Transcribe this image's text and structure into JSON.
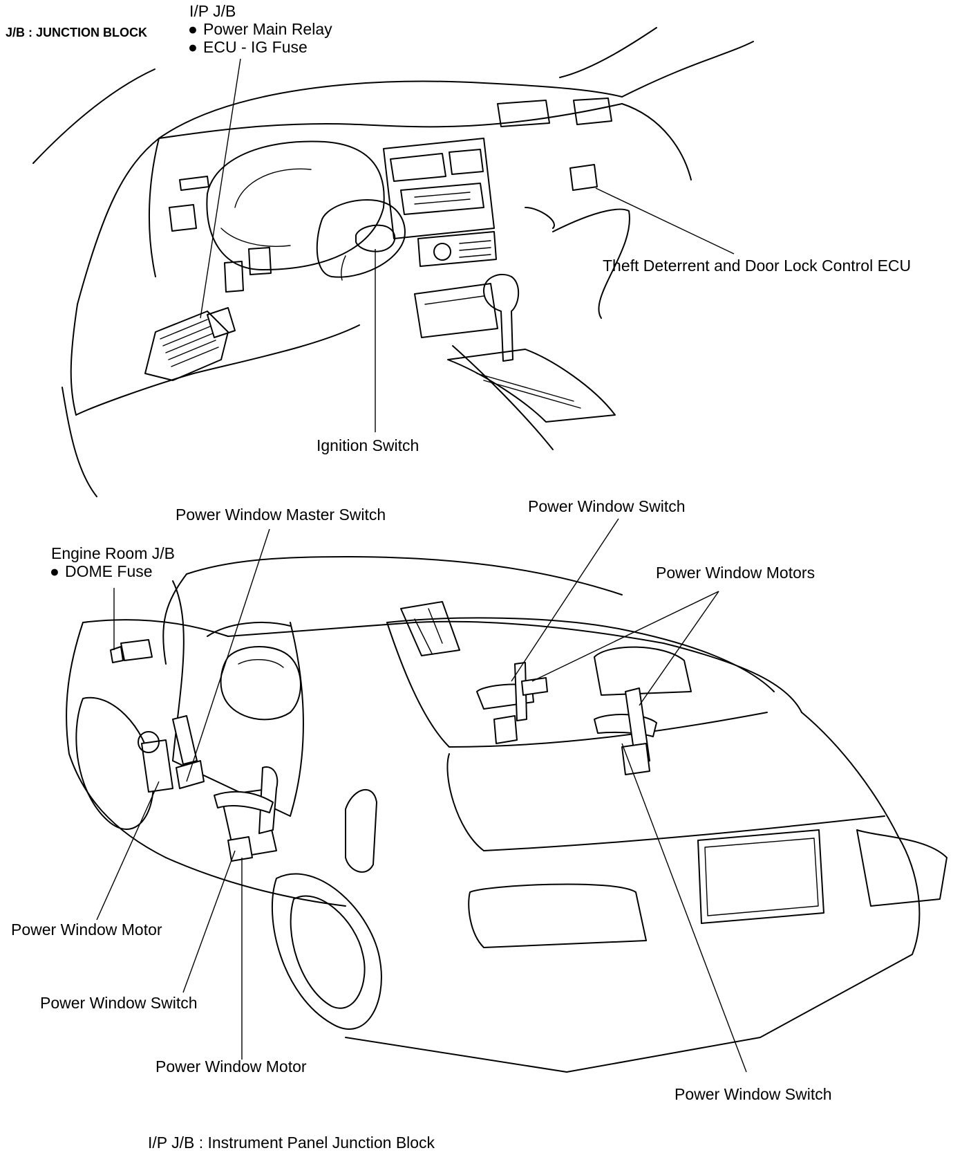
{
  "legend": {
    "jb": "J/B : JUNCTION BLOCK",
    "ipjb_footer": "I/P J/B : Instrument Panel Junction Block"
  },
  "labels": {
    "ipjb_title": "I/P J/B",
    "power_main_relay": "Power Main Relay",
    "ecu_ig_fuse": "ECU - IG Fuse",
    "theft_ecu": "Theft Deterrent and Door Lock Control ECU",
    "ignition_switch": "Ignition Switch",
    "pw_master_switch": "Power Window Master Switch",
    "pw_switch_rear_top": "Power Window Switch",
    "engine_room_jb": "Engine Room J/B",
    "dome_fuse": "DOME Fuse",
    "pw_motors": "Power Window Motors",
    "pw_motor_front": "Power Window Motor",
    "pw_switch_front": "Power Window Switch",
    "pw_motor_rear": "Power Window Motor",
    "pw_switch_rear_bottom": "Power Window Switch"
  },
  "bullet_glyph": "●"
}
